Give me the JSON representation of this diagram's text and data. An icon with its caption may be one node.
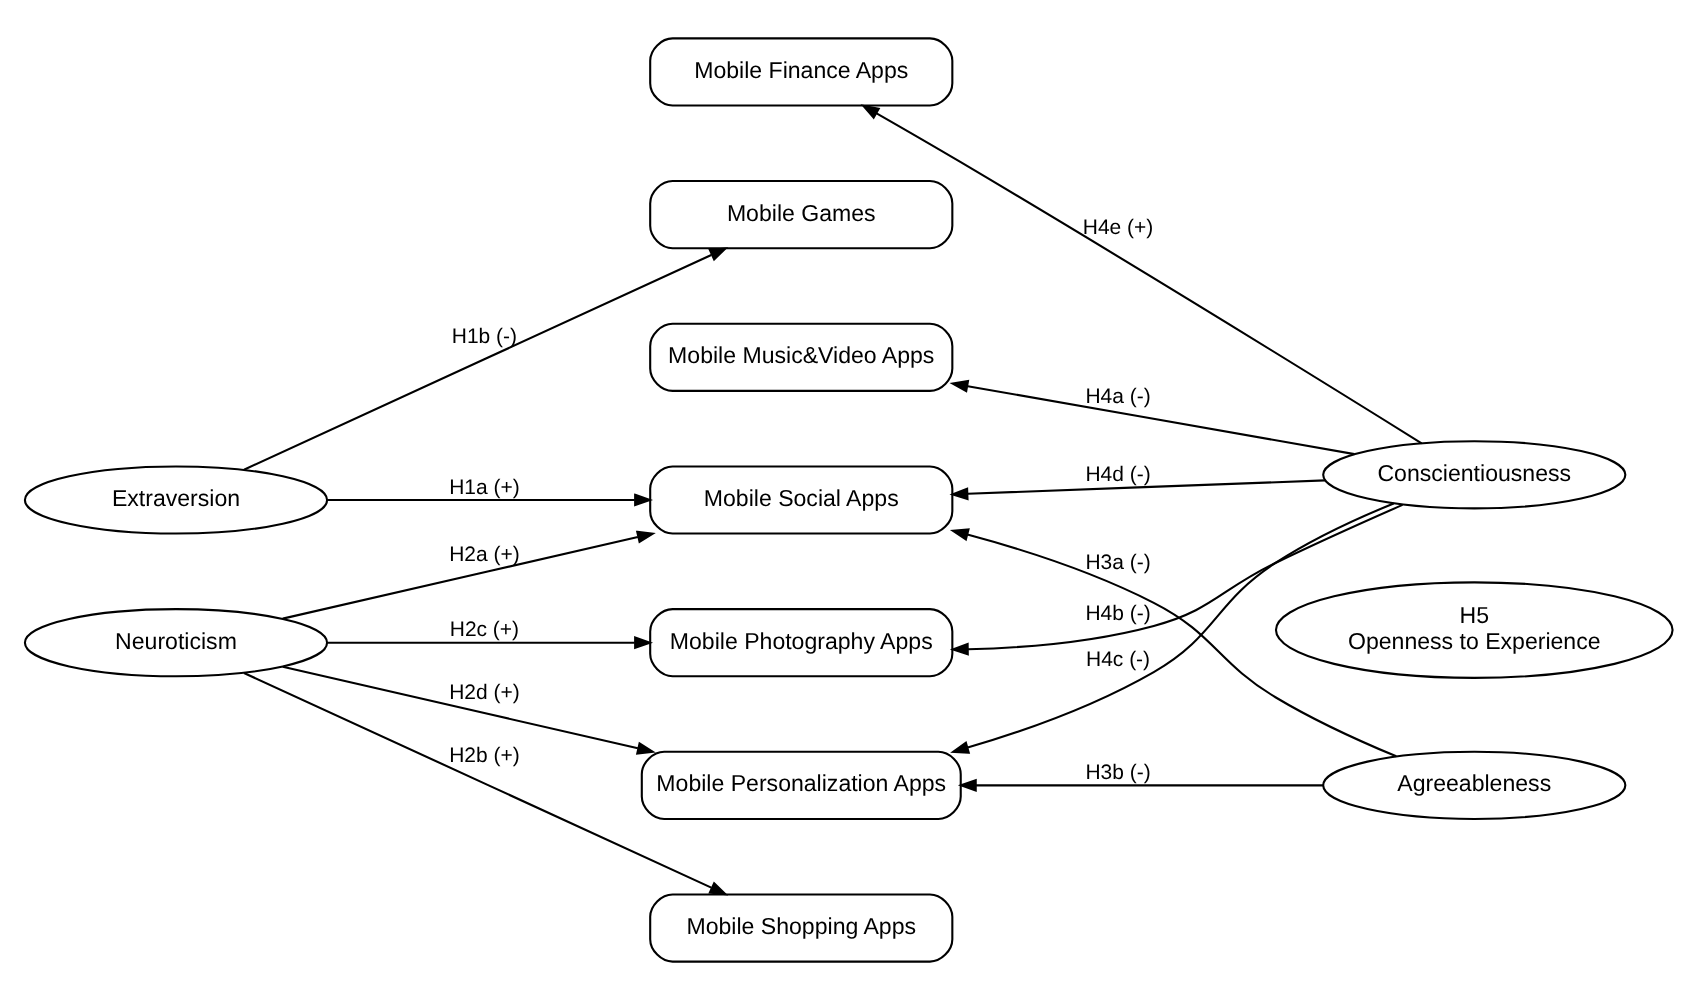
{
  "diagram": {
    "nodes": [
      {
        "text": [
          "Extraversion"
        ]
      },
      {
        "text": [
          "Neuroticism"
        ]
      },
      {
        "text": [
          "Mobile Finance Apps"
        ]
      },
      {
        "text": [
          "Mobile Games"
        ]
      },
      {
        "text": [
          "Mobile Music&Video Apps"
        ]
      },
      {
        "text": [
          "Mobile Social Apps"
        ]
      },
      {
        "text": [
          "Mobile Photography Apps"
        ]
      },
      {
        "text": [
          "Mobile Personalization Apps"
        ]
      },
      {
        "text": [
          "Mobile Shopping Apps"
        ]
      },
      {
        "text": [
          "Conscientiousness"
        ]
      },
      {
        "text": [
          "H5",
          "Openness to Experience"
        ]
      },
      {
        "text": [
          "Agreeableness"
        ]
      }
    ],
    "edges": [
      {
        "from": 0,
        "to": 3,
        "arrow": "to",
        "label": "H1b (-)"
      },
      {
        "from": 0,
        "to": 5,
        "arrow": "to",
        "label": "H1a (+)"
      },
      {
        "from": 1,
        "to": 5,
        "arrow": "to",
        "label": "H2a (+)"
      },
      {
        "from": 1,
        "to": 6,
        "arrow": "to",
        "label": "H2c (+)"
      },
      {
        "from": 1,
        "to": 7,
        "arrow": "to",
        "label": "H2d (+)"
      },
      {
        "from": 1,
        "to": 8,
        "arrow": "to",
        "label": "H2b (+)"
      },
      {
        "from": 9,
        "to": 2,
        "arrow": "to",
        "label": "H4e (+)"
      },
      {
        "from": 9,
        "to": 4,
        "arrow": "to",
        "label": "H4a (-)"
      },
      {
        "from": 9,
        "to": 5,
        "arrow": "to",
        "label": "H4d (-)"
      },
      {
        "from": 9,
        "to": 6,
        "arrow": "to",
        "label": "H4b (-)"
      },
      {
        "from": 9,
        "to": 7,
        "arrow": "to",
        "label": "H4c (-)"
      },
      {
        "from": 11,
        "to": 5,
        "arrow": "to",
        "label": "H3a (-)"
      },
      {
        "from": 11,
        "to": 7,
        "arrow": "to",
        "label": "H3b (-)"
      }
    ]
  }
}
